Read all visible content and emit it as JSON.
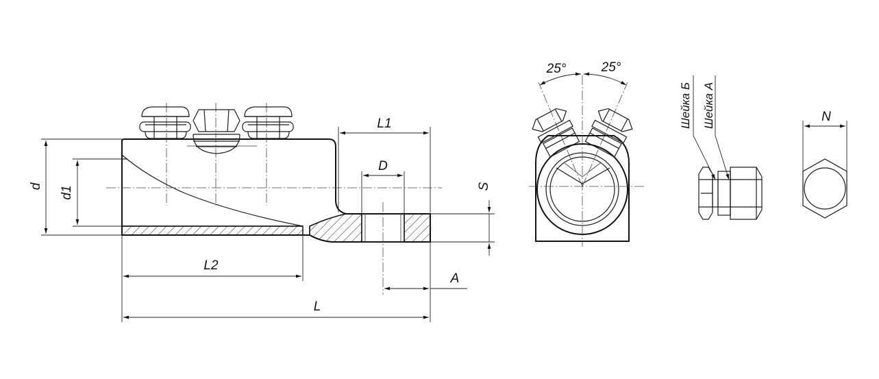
{
  "labels": {
    "L1": "L1",
    "D": "D",
    "S": "S",
    "d": "d",
    "d1": "d1",
    "L2": "L2",
    "L": "L",
    "A": "A",
    "angle_left": "25°",
    "angle_right": "25°",
    "neck_b": "Шейка Б",
    "neck_a": "Шейка А",
    "N": "N"
  }
}
